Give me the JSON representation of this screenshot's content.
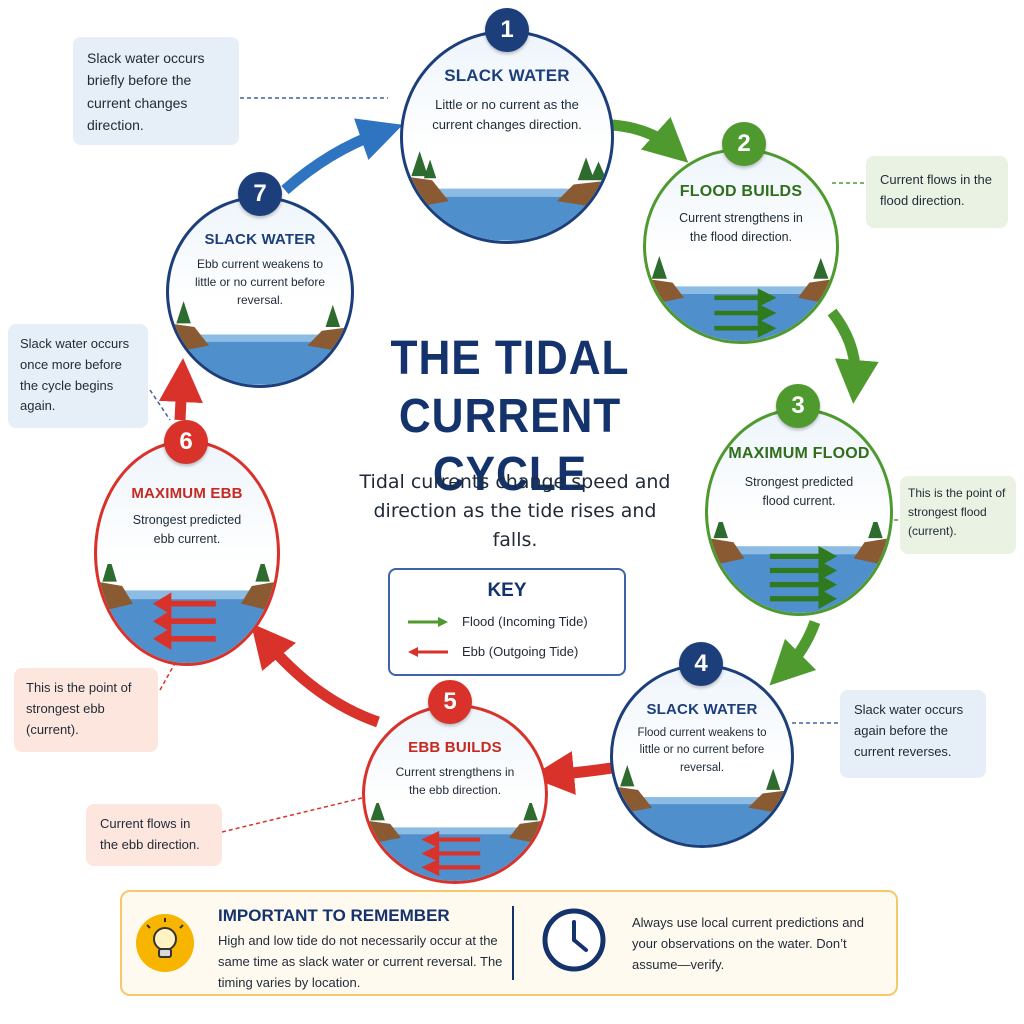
{
  "title": "THE TIDAL CURRENT CYCLE",
  "subtitle": "Tidal currents change speed and direction as the tide rises and falls.",
  "colors": {
    "navy": "#14336d",
    "flood": "#4f9a2e",
    "ebb": "#d8322a",
    "slack": "#1c3f7c"
  },
  "stages": [
    {
      "number": "1",
      "title": "SLACK WATER",
      "description": "Little or no current as the current changes direction.",
      "type": "slack"
    },
    {
      "number": "2",
      "title": "FLOOD BUILDS",
      "description": "Current strengthens in the flood direction.",
      "type": "flood"
    },
    {
      "number": "3",
      "title": "MAXIMUM FLOOD",
      "description": "Strongest predicted flood current.",
      "type": "flood"
    },
    {
      "number": "4",
      "title": "SLACK WATER",
      "description": "Flood current weakens to little or no current before reversal.",
      "type": "slack"
    },
    {
      "number": "5",
      "title": "EBB BUILDS",
      "description": "Current strengthens in the ebb direction.",
      "type": "ebb"
    },
    {
      "number": "6",
      "title": "MAXIMUM EBB",
      "description": "Strongest predicted ebb current.",
      "type": "ebb"
    },
    {
      "number": "7",
      "title": "SLACK WATER",
      "description": "Ebb current weakens to little or no current before reversal.",
      "type": "slack"
    }
  ],
  "notes": {
    "n1": "Slack water occurs briefly before the current changes direction.",
    "n2": "Current flows in the flood direction.",
    "n3": "This is the point of strongest flood (current).",
    "n4": "Slack water occurs again before the current reverses.",
    "n5": "Current flows in the ebb direction.",
    "n6": "This is the point of strongest ebb (current).",
    "n7": "Slack water occurs once more before the cycle begins again."
  },
  "key": {
    "title": "KEY",
    "flood_label": "Flood (Incoming Tide)",
    "ebb_label": "Ebb (Outgoing Tide)"
  },
  "remember": {
    "title": "IMPORTANT TO REMEMBER",
    "text": "High and low tide do not necessarily occur at the same time as slack water or current reversal. The timing varies by location.",
    "right_text": "Always use local current predictions and your observations on the water. Don’t assume—verify.",
    "bulb_icon": "lightbulb-icon",
    "clock_icon": "clock-icon"
  }
}
